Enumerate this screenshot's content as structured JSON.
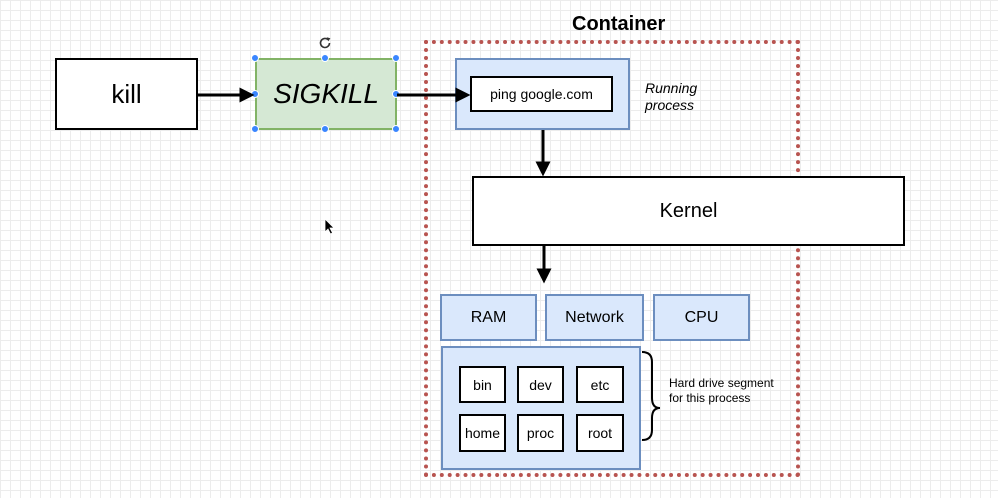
{
  "container": {
    "title": "Container"
  },
  "kill": {
    "label": "kill"
  },
  "sigkill": {
    "label": "SIGKILL"
  },
  "process": {
    "command": "ping google.com",
    "caption": "Running process"
  },
  "kernel": {
    "label": "Kernel"
  },
  "resources": {
    "ram": "RAM",
    "network": "Network",
    "cpu": "CPU"
  },
  "filesystem": {
    "folders": [
      "bin",
      "dev",
      "etc",
      "home",
      "proc",
      "root"
    ],
    "caption": "Hard drive segment for this process"
  },
  "colors": {
    "container_border": "#b85450",
    "blue_fill": "#dae8fc",
    "blue_stroke": "#6c8ebf",
    "green_fill": "#d5e8d4",
    "green_stroke": "#82b366",
    "selection_handle": "#3a86ff"
  },
  "icons": {
    "rotate": "rotate-icon",
    "cursor": "mouse-cursor-icon"
  }
}
